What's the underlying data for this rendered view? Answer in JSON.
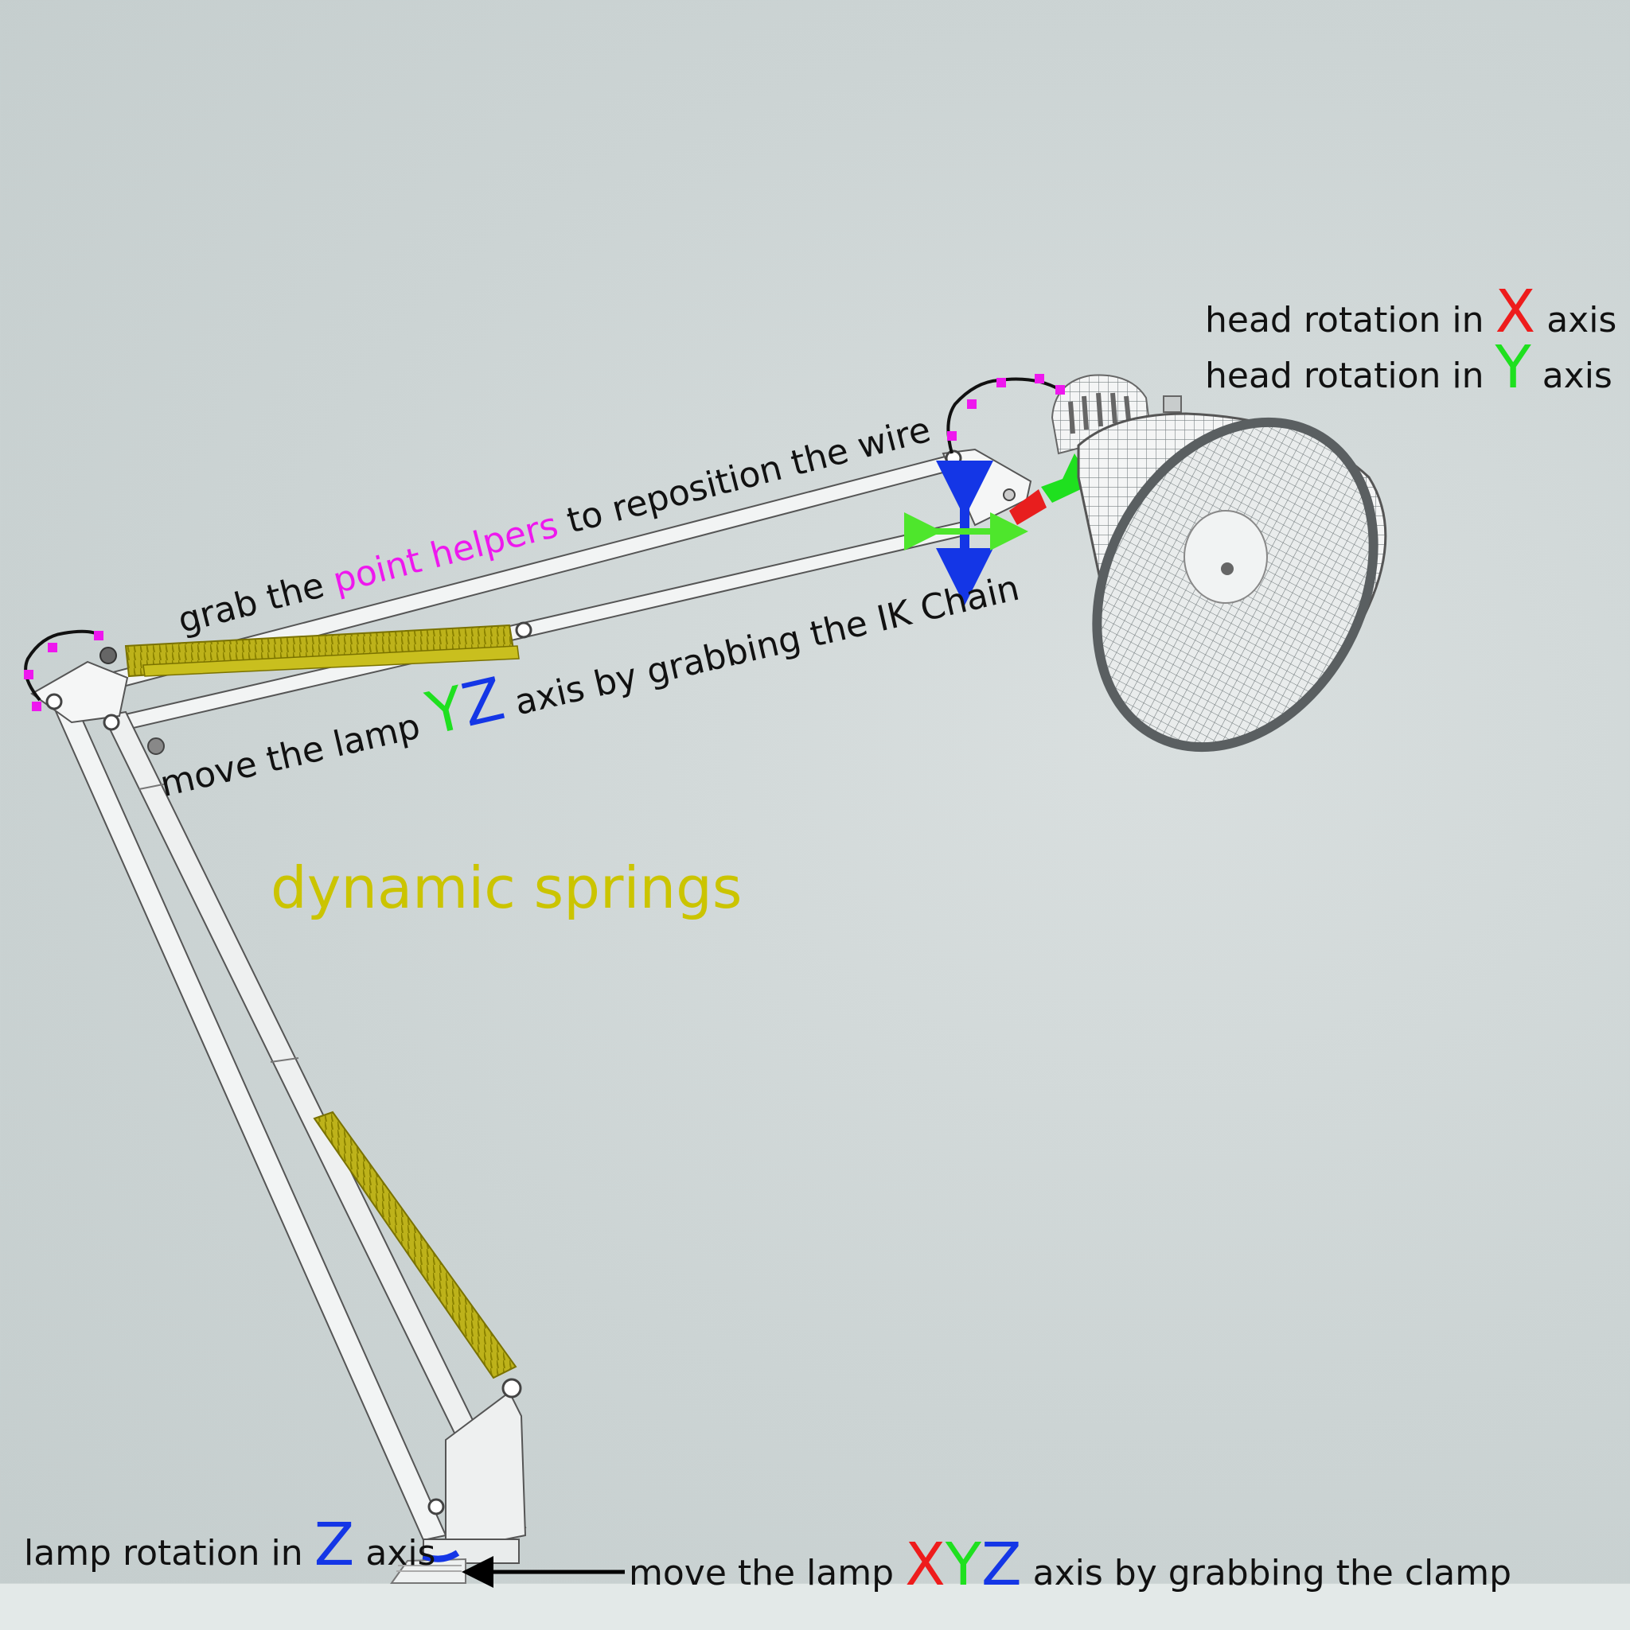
{
  "labels": {
    "head_x": {
      "prefix": "head rotation in",
      "axis": "X",
      "suffix": "axis"
    },
    "head_y": {
      "prefix": "head rotation in",
      "axis": "Y",
      "suffix": "axis"
    },
    "wire": {
      "prefix": "grab the",
      "highlight": "point helpers",
      "suffix": "to reposition the wire"
    },
    "ik": {
      "prefix": "move the lamp",
      "axis1": "Y",
      "axis2": "Z",
      "suffix": "axis by grabbing the IK Chain"
    },
    "springs": "dynamic springs",
    "base_rotation": {
      "prefix": "lamp rotation in",
      "axis": "Z",
      "suffix": "axis"
    },
    "clamp": {
      "prefix": "move the lamp",
      "axis1": "X",
      "axis2": "Y",
      "axis3": "Z",
      "suffix": "axis by grabbing the clamp"
    }
  },
  "colors": {
    "x_axis": "#ee1c1c",
    "y_axis": "#1fe01f",
    "z_axis": "#1436e6",
    "point_helper": "#ee18ee",
    "spring": "#cbc400"
  }
}
